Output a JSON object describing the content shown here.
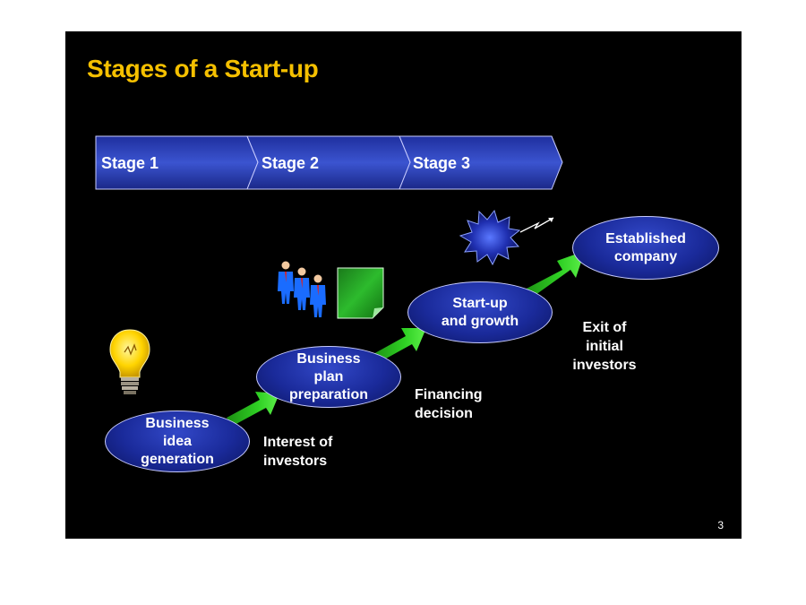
{
  "slide": {
    "title": "Stages of a Start-up",
    "page_number": "3"
  },
  "stages": [
    "Stage 1",
    "Stage 2",
    "Stage 3"
  ],
  "steps": [
    {
      "label": "Business\nidea\ngeneration"
    },
    {
      "label": "Business\nplan\npreparation"
    },
    {
      "label": "Start-up\nand growth"
    },
    {
      "label": "Established\ncompany"
    }
  ],
  "notes": [
    "Interest of\ninvestors",
    "Financing\ndecision",
    "Exit of\ninitial\ninvestors"
  ],
  "colors": {
    "title": "#f5c000",
    "stage_band": "#2a3fb8",
    "ellipse": "#1a2a9a",
    "arrow": "#2bbf20",
    "background": "#000000"
  },
  "icons": [
    "light-bulb-icon",
    "businessmen-icon",
    "document-icon",
    "starburst-icon",
    "arrow-icon"
  ]
}
